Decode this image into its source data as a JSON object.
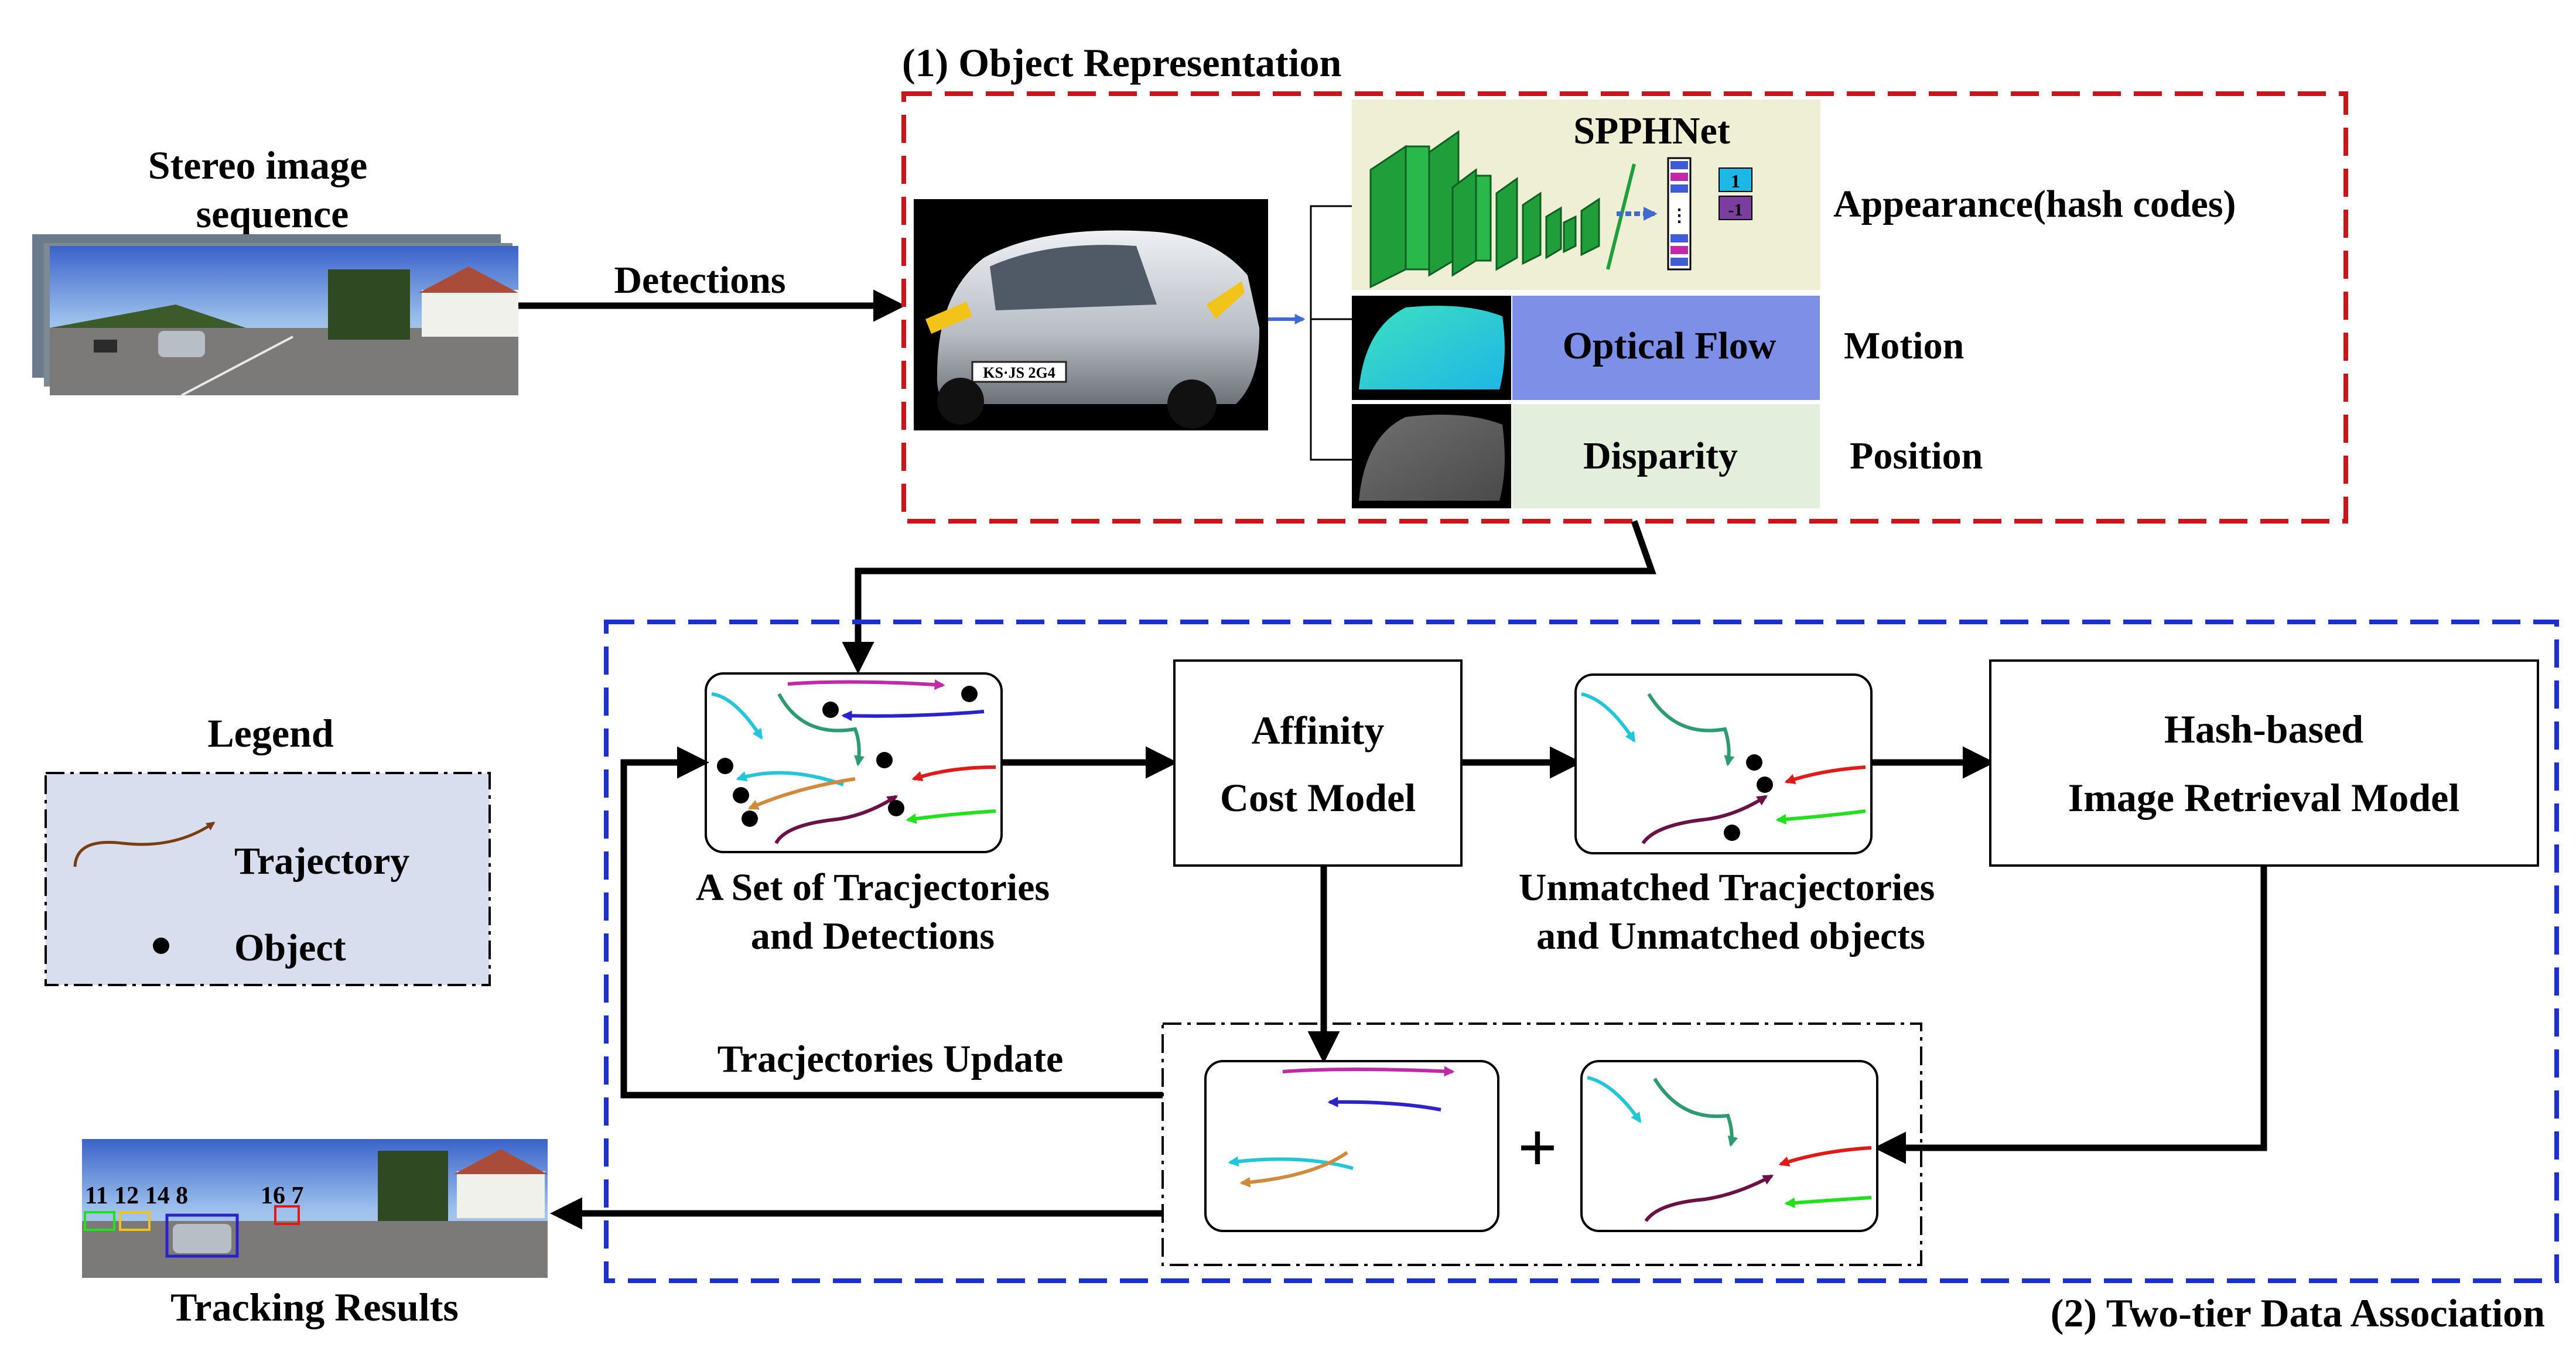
{
  "labels": {
    "stereo_title_line1": "Stereo image",
    "stereo_title_line2": "sequence",
    "detections": "Detections",
    "object_representation": "(1) Object Representation",
    "sppnet": "SPPHNet",
    "hash_one": "1",
    "hash_minus_one": "-1",
    "appearance": "Appearance(hash codes)",
    "optical_flow": "Optical Flow",
    "motion": "Motion",
    "disparity": "Disparity",
    "position": "Position",
    "legend_title": "Legend",
    "legend_trajectory": "Trajectory",
    "legend_object": "Object",
    "set_caption_line1": "A Set of Tracjectories",
    "set_caption_line2": "and Detections",
    "affinity_line1": "Affinity",
    "affinity_line2": "Cost Model",
    "unmatched_line1": "Unmatched Tracjectories",
    "unmatched_line2": "and Unmatched objects",
    "hash_model_line1": "Hash-based",
    "hash_model_line2": "Image Retrieval Model",
    "update": "Tracjectories  Update",
    "plus": "+",
    "tracking_results": "Tracking Results",
    "two_tier": "(2) Two-tier Data Association",
    "track_ids": "11 12 14  8",
    "track_ids2": "16  7",
    "plate": "KS·JS 2G4"
  },
  "colors": {
    "red_dashed": "#c8161d",
    "blue_dashed": "#1a2fd6",
    "cnn_green": "#1f9e3a",
    "optical_flow_bg": "#7e8fe8",
    "disparity_bg": "#e3efdc",
    "sppnet_bg": "#efefd6",
    "legend_bg": "#d9deee",
    "traj_magenta": "#c02aa8",
    "traj_blue": "#2b22c9",
    "traj_cyan": "#22c6d8",
    "traj_teal": "#2e9a72",
    "traj_red": "#e21919",
    "traj_green": "#23e01e",
    "traj_purple": "#6a1246",
    "traj_orange": "#cf8a3c",
    "traj_brown": "#7a3d10"
  }
}
